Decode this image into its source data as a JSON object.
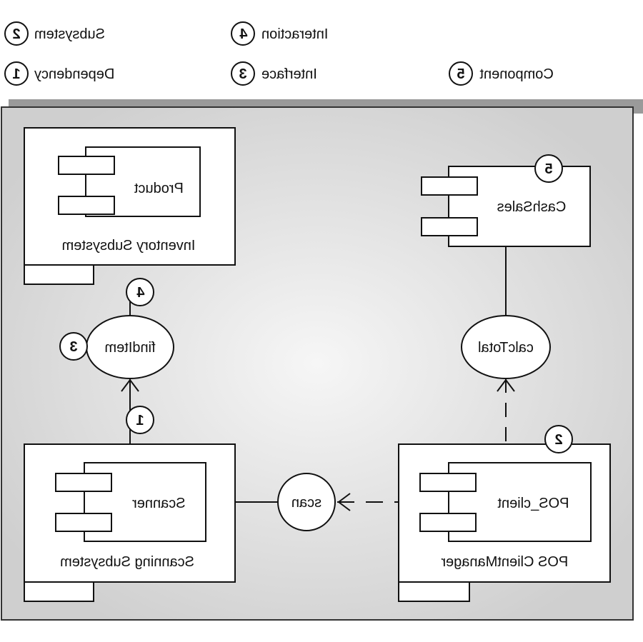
{
  "legend": {
    "items": [
      {
        "num": "2",
        "label": "Subsystem"
      },
      {
        "num": "4",
        "label": "Interaction"
      },
      {
        "num": "1",
        "label": "Dependency"
      },
      {
        "num": "3",
        "label": "Interface"
      },
      {
        "num": "5",
        "label": "Component"
      }
    ]
  },
  "subsystems": {
    "inventory": {
      "label": "Inventory Subsystem"
    },
    "scanning": {
      "label": "Scanning Subsystem"
    },
    "pos": {
      "label": "POS ClientManager"
    }
  },
  "components": {
    "product": {
      "label": "Product"
    },
    "cashsales": {
      "label": "CashSales"
    },
    "scanner": {
      "label": "Scanner"
    },
    "pos_client": {
      "label": "POS_client"
    }
  },
  "interfaces": {
    "finditem": {
      "label": "findItem"
    },
    "calctotal": {
      "label": "calcTotal"
    },
    "scan": {
      "label": "scan"
    }
  },
  "callouts": {
    "c4": "4",
    "c3": "3",
    "c1": "1",
    "c5": "5",
    "c2": "2"
  }
}
